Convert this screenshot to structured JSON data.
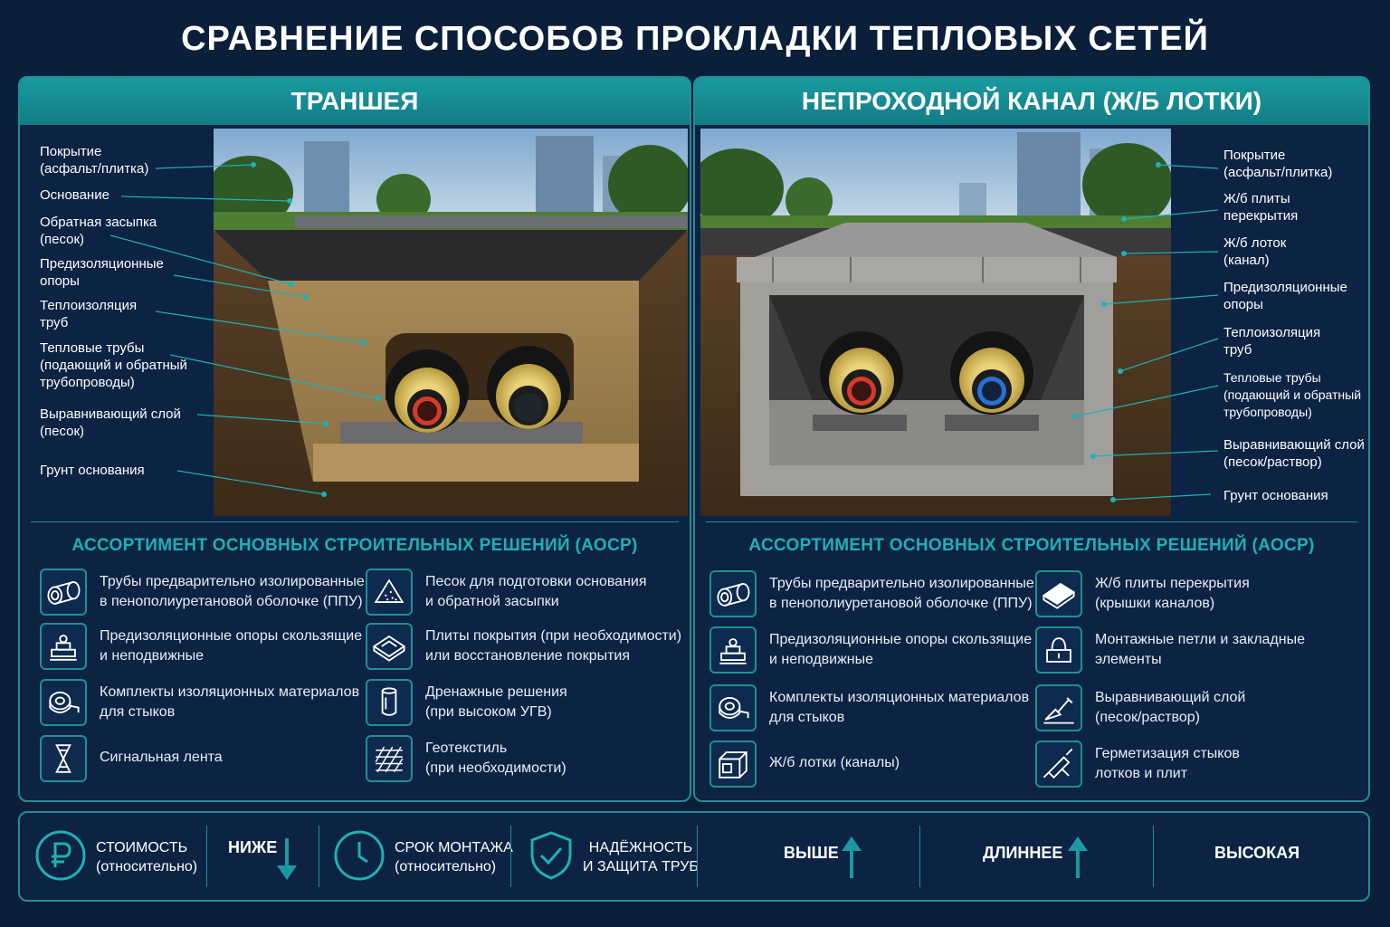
{
  "title": "СРАВНЕНИЕ СПОСОБОВ ПРОКЛАДКИ ТЕПЛОВЫХ СЕТЕЙ",
  "colors": {
    "accent": "#1f8f96",
    "heading": "#1fb0b5",
    "background": "#0b1f3a",
    "supply_pipe": "#d63a2a",
    "return_pipe": "#2a6fd6"
  },
  "left": {
    "header": "ТРАНШЕЯ",
    "callouts": [
      "Покрытие\n(асфальт/плитка)",
      "Основание",
      "Обратная засыпка\n(песок)",
      "Предизоляционные\nопоры",
      "Теплоизоляция\nтруб",
      "Тепловые трубы\n(подающий и обратный\nтрубопроводы)",
      "Выравнивающий слой\n(песок)",
      "Грунт основания"
    ],
    "aosr_title": "АССОРТИМЕНТ ОСНОВНЫХ СТРОИТЕЛЬНЫХ РЕШЕНИЙ (АОСР)",
    "items": [
      {
        "icon": "pipe-icon",
        "text": "Трубы предварительно изолированные\nв пенополиуретановой оболочке (ППУ)"
      },
      {
        "icon": "sand-icon",
        "text": "Песок для подготовки основания\nи обратной засыпки"
      },
      {
        "icon": "support-icon",
        "text": "Предизоляционные опоры скользящие\nи неподвижные"
      },
      {
        "icon": "slab-icon",
        "text": "Плиты покрытия (при необходимости)\nили восстановление покрытия"
      },
      {
        "icon": "tape-roll-icon",
        "text": "Комплекты изоляционных материалов\nдля стыков"
      },
      {
        "icon": "drain-icon",
        "text": "Дренажные решения\n(при высоком УГВ)"
      },
      {
        "icon": "signal-tape-icon",
        "text": "Сигнальная лента"
      },
      {
        "icon": "geotextile-icon",
        "text": "Геотекстиль\n(при необходимости)"
      }
    ]
  },
  "right": {
    "header": "НЕПРОХОДНОЙ КАНАЛ (Ж/Б ЛОТКИ)",
    "callouts": [
      "Покрытие\n(асфальт/плитка)",
      "Ж/б плиты\nперекрытия",
      "Ж/б лоток\n(канал)",
      "Предизоляционные\nопоры",
      "Теплоизоляция\nтруб",
      "Тепловые трубы\n(подающий и обратный\nтрубопроводы)",
      "Выравнивающий слой\n(песок/раствор)",
      "Грунт основания"
    ],
    "aosr_title": "АССОРТИМЕНТ ОСНОВНЫХ СТРОИТЕЛЬНЫХ РЕШЕНИЙ (АОСР)",
    "items": [
      {
        "icon": "pipe-icon",
        "text": "Трубы предварительно изолированные\nв пенополиуретановой оболочке (ППУ)"
      },
      {
        "icon": "cover-slab-icon",
        "text": "Ж/б плиты перекрытия\n(крышки каналов)"
      },
      {
        "icon": "support-icon",
        "text": "Предизоляционные опоры скользящие\nи неподвижные"
      },
      {
        "icon": "lifting-loop-icon",
        "text": "Монтажные петли и закладные\nэлементы"
      },
      {
        "icon": "tape-roll-icon",
        "text": "Комплекты изоляционных материалов\nдля стыков"
      },
      {
        "icon": "trowel-icon",
        "text": "Выравнивающий слой\n(песок/раствор)"
      },
      {
        "icon": "channel-tray-icon",
        "text": "Ж/б лотки (каналы)"
      },
      {
        "icon": "sealant-gun-icon",
        "text": "Герметизация стыков\nлотков и плит"
      }
    ]
  },
  "comparison": {
    "cost": {
      "icon": "ruble-icon",
      "label": "СТОИМОСТЬ\n(относительно)",
      "trench": "НИЖЕ",
      "trench_trend": "down",
      "channel": "ВЫШЕ",
      "channel_trend": "up"
    },
    "time": {
      "icon": "clock-icon",
      "label": "СРОК МОНТАЖА\n(относительно)",
      "channel": "ДЛИННЕЕ",
      "channel_trend": "up"
    },
    "reliability": {
      "icon": "shield-check-icon",
      "label": "НАДЁЖНОСТЬ\nИ ЗАЩИТА ТРУБ",
      "channel": "ВЫСОКАЯ"
    }
  }
}
